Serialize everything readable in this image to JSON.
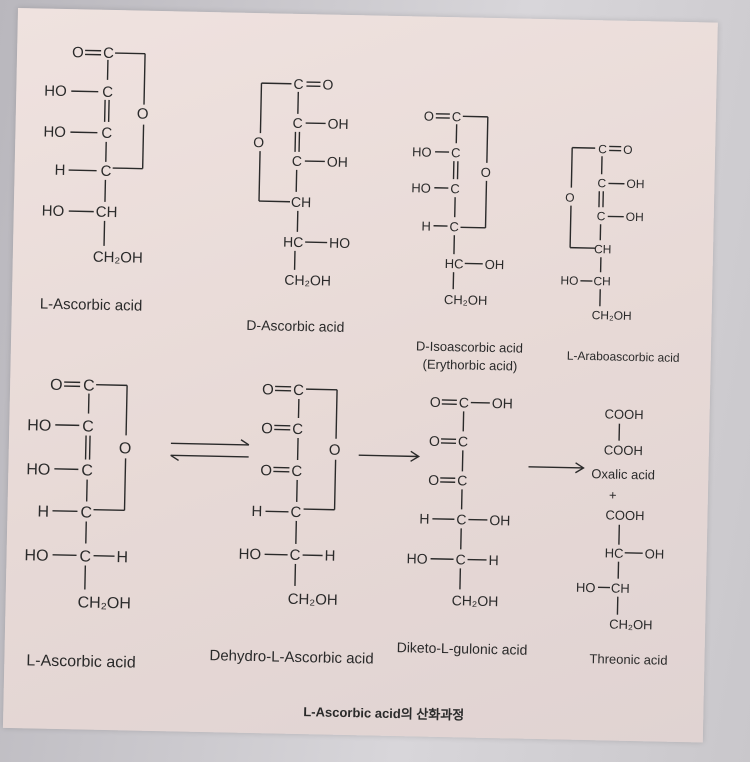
{
  "atoms": {
    "o": "O",
    "c": "C",
    "ho": "HO",
    "oh": "OH",
    "h": "H",
    "ch": "CH",
    "hc": "HC",
    "ch2oh": "CH₂OH",
    "cooh": "COOH",
    "plus": "+"
  },
  "labels": {
    "l_ascorbic": "L-Ascorbic acid",
    "d_ascorbic": "D-Ascorbic acid",
    "d_isoascorbic": "D-Isoascorbic acid",
    "erythorbic": "(Erythorbic acid)",
    "l_araboascorbic": "L-Araboascorbic acid",
    "l_ascorbic_2": "L-Ascorbic acid",
    "dehydro": "Dehydro-L-Ascorbic acid",
    "diketo": "Diketo-L-gulonic acid",
    "oxalic": "Oxalic acid",
    "threonic": "Threonic acid"
  },
  "caption": "L-Ascorbic acid의 산화과정"
}
